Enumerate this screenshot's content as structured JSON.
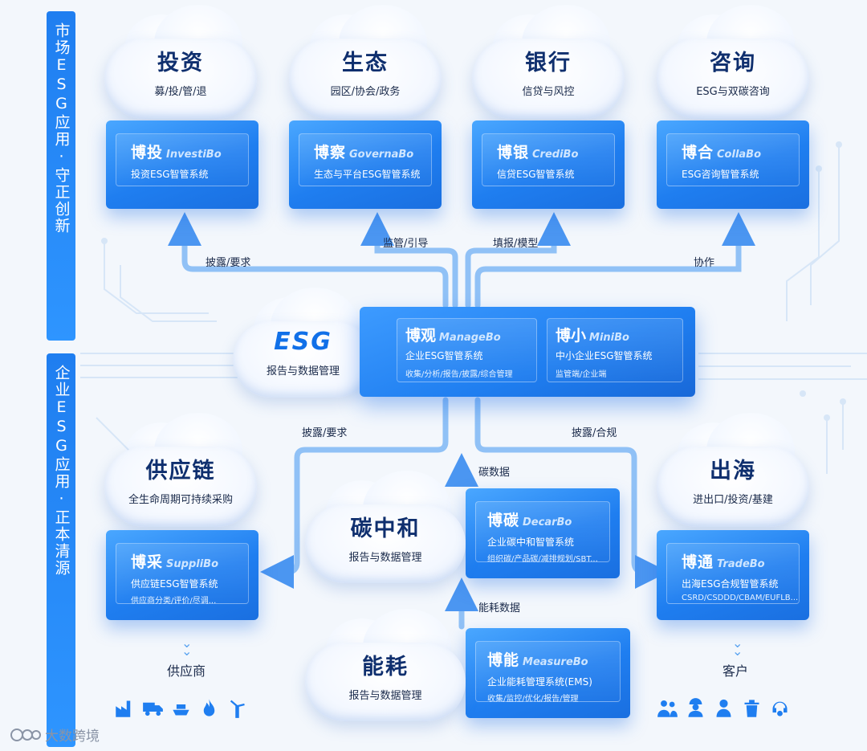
{
  "sidebar": {
    "top_label": "市场ESG应用·守正创新",
    "bottom_label": "企业ESG应用·正本清源"
  },
  "top_clouds": [
    {
      "title": "投资",
      "subtitle": "募/投/管/退"
    },
    {
      "title": "生态",
      "subtitle": "园区/协会/政务"
    },
    {
      "title": "银行",
      "subtitle": "信贷与风控"
    },
    {
      "title": "咨询",
      "subtitle": "ESG与双碳咨询"
    }
  ],
  "top_cards": [
    {
      "name": "博投",
      "en": "InvestiBo",
      "desc": "投资ESG智管系统"
    },
    {
      "name": "博察",
      "en": "GovernaBo",
      "desc": "生态与平台ESG智管系统"
    },
    {
      "name": "博银",
      "en": "CrediBo",
      "desc": "信贷ESG智管系统"
    },
    {
      "name": "博合",
      "en": "CollaBo",
      "desc": "ESG咨询智管系统"
    }
  ],
  "flow_labels": {
    "disclose_req_top": "披露/要求",
    "supervise_guide": "监管/引导",
    "fill_model": "填报/模型",
    "collab": "协作",
    "disclose_req_bottom": "披露/要求",
    "disclose_comply": "披露/合规",
    "carbon_data": "碳数据",
    "energy_data": "能耗数据"
  },
  "esg_cloud": {
    "title": "ESG",
    "subtitle": "报告与数据管理"
  },
  "manage": {
    "left": {
      "name": "博观",
      "en": "ManageBo",
      "desc": "企业ESG智管系统",
      "extra": "收集/分析/报告/披露/综合管理"
    },
    "right": {
      "name": "博小",
      "en": "MiniBo",
      "desc": "中小企业ESG智管系统",
      "extra": "监管端/企业端"
    }
  },
  "supply_cloud": {
    "title": "供应链",
    "subtitle": "全生命周期可持续采购"
  },
  "overseas_cloud": {
    "title": "出海",
    "subtitle": "进出口/投资/基建"
  },
  "carbon_cloud": {
    "title": "碳中和",
    "subtitle": "报告与数据管理"
  },
  "energy_cloud": {
    "title": "能耗",
    "subtitle": "报告与数据管理"
  },
  "supply_card": {
    "name": "博采",
    "en": "SuppliBo",
    "desc": "供应链ESG智管系统",
    "extra": "供应商分类/评价/尽调..."
  },
  "carbon_card": {
    "name": "博碳",
    "en": "DecarBo",
    "desc": "企业碳中和智管系统",
    "extra": "组织碳/产品碳/减排规划/SBT..."
  },
  "overseas_card": {
    "name": "博通",
    "en": "TradeBo",
    "desc": "出海ESG合规智管系统",
    "extra": "CSRD/CSDDD/CBAM/EUFLB..."
  },
  "energy_card": {
    "name": "博能",
    "en": "MeasureBo",
    "desc": "企业能耗管理系统(EMS)",
    "extra": "收集/监控/优化/报告/管理"
  },
  "supplier_label": "供应商",
  "customer_label": "客户",
  "supplier_icons": [
    "factory-icon",
    "truck-icon",
    "ship-icon",
    "flame-icon",
    "wind-turbine-icon"
  ],
  "customer_icons": [
    "people-icon",
    "worker-icon",
    "user-icon",
    "trash-icon",
    "support-icon"
  ],
  "watermark": "大数跨境",
  "colors": {
    "primary": "#1f7ef0",
    "light": "#4aa7ff",
    "line": "#5aa3f0"
  }
}
